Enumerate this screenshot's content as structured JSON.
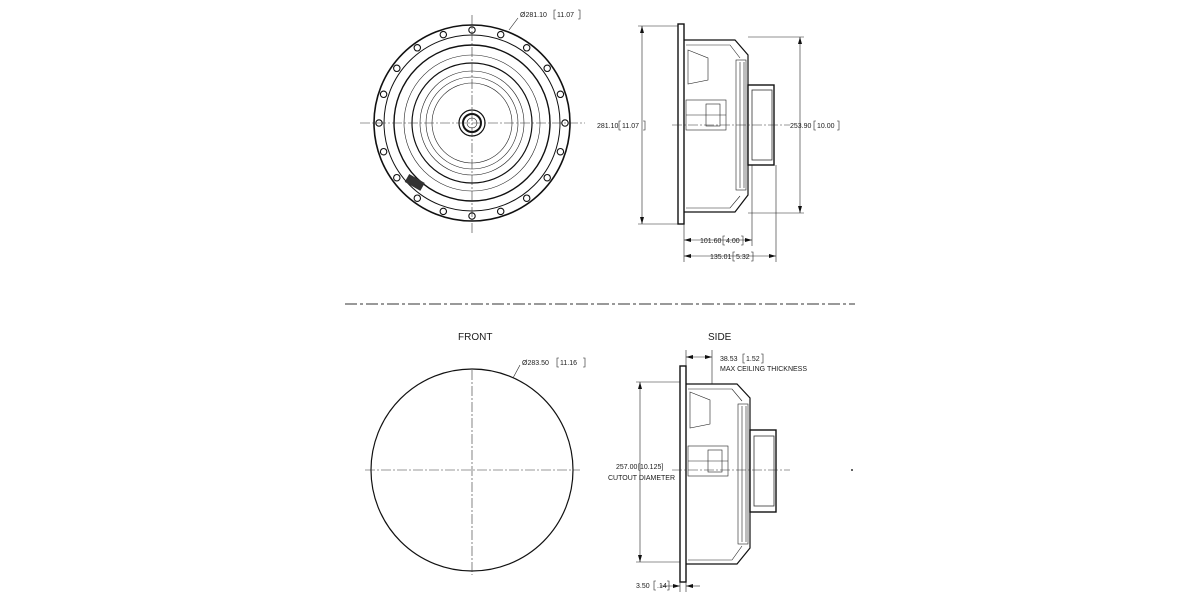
{
  "labels": {
    "front": "FRONT",
    "side": "SIDE"
  },
  "dimensions": {
    "front_top_dia": "Ø281.10",
    "front_top_dia_in": "11.07",
    "side_top_height": "281.10",
    "side_top_height_in": "11.07",
    "side_top_inner": "253.90",
    "side_top_inner_in": "10.00",
    "depth_a": "101.60",
    "depth_a_in": "4.00",
    "depth_b": "135.01",
    "depth_b_in": "5.32",
    "front_bottom_dia": "Ø283.50",
    "front_bottom_dia_in": "11.16",
    "ceiling_thickness": "38.53",
    "ceiling_thickness_in": "1.52",
    "ceiling_note": "MAX CEILING THICKNESS",
    "cutout": "257.00",
    "cutout_in": "[10.125]",
    "cutout_note": "CUTOUT DIAMETER",
    "flange": "3.50",
    "flange_in": ".14"
  },
  "colors": {
    "line": "#111111",
    "background": "#ffffff"
  }
}
